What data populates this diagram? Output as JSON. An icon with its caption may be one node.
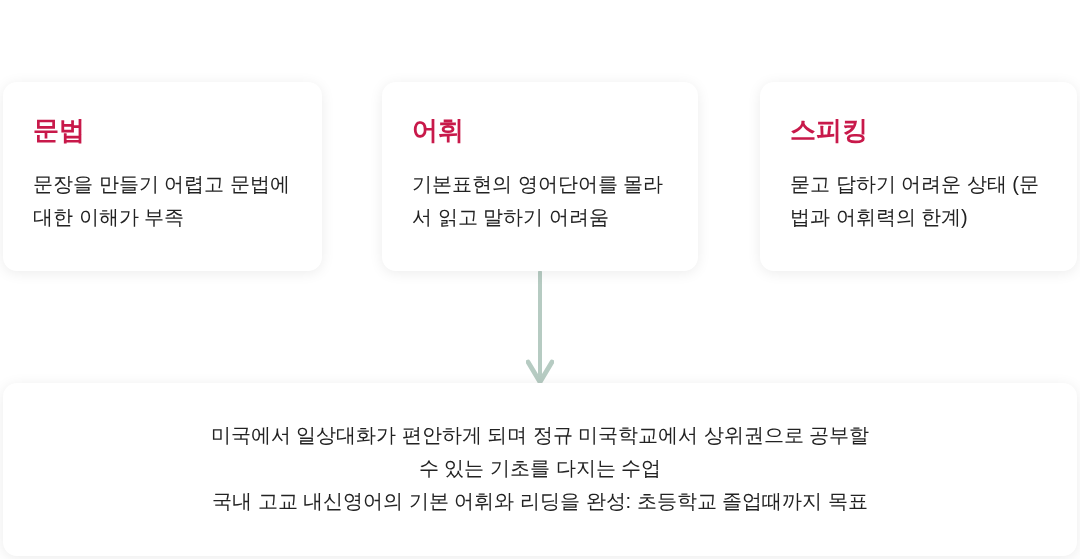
{
  "diagram": {
    "nodes": [
      {
        "text": [
          "문법",
          "문장을 만들기 어렵고 문법에 대한 이해가 부족"
        ]
      },
      {
        "text": [
          "어휘",
          "기본표현의 영어단어를 몰라서 읽고 말하기 어려움"
        ]
      },
      {
        "text": [
          "스피킹",
          "묻고 답하기 어려운 상태 (문법과 어휘력의 한계)"
        ]
      },
      {
        "text": [
          "미국에서 일상대화가 편안하게 되며 정규 미국학교에서 상위권으로 공부할 수 있는 기초를 다지는 수업",
          "국내 고교 내신영어의 기본 어휘와 리딩을 완성: 초등학교 졸업때까지 목표"
        ]
      }
    ],
    "edges": [
      {
        "from": 1,
        "to": 3,
        "arrow": "to"
      }
    ]
  }
}
